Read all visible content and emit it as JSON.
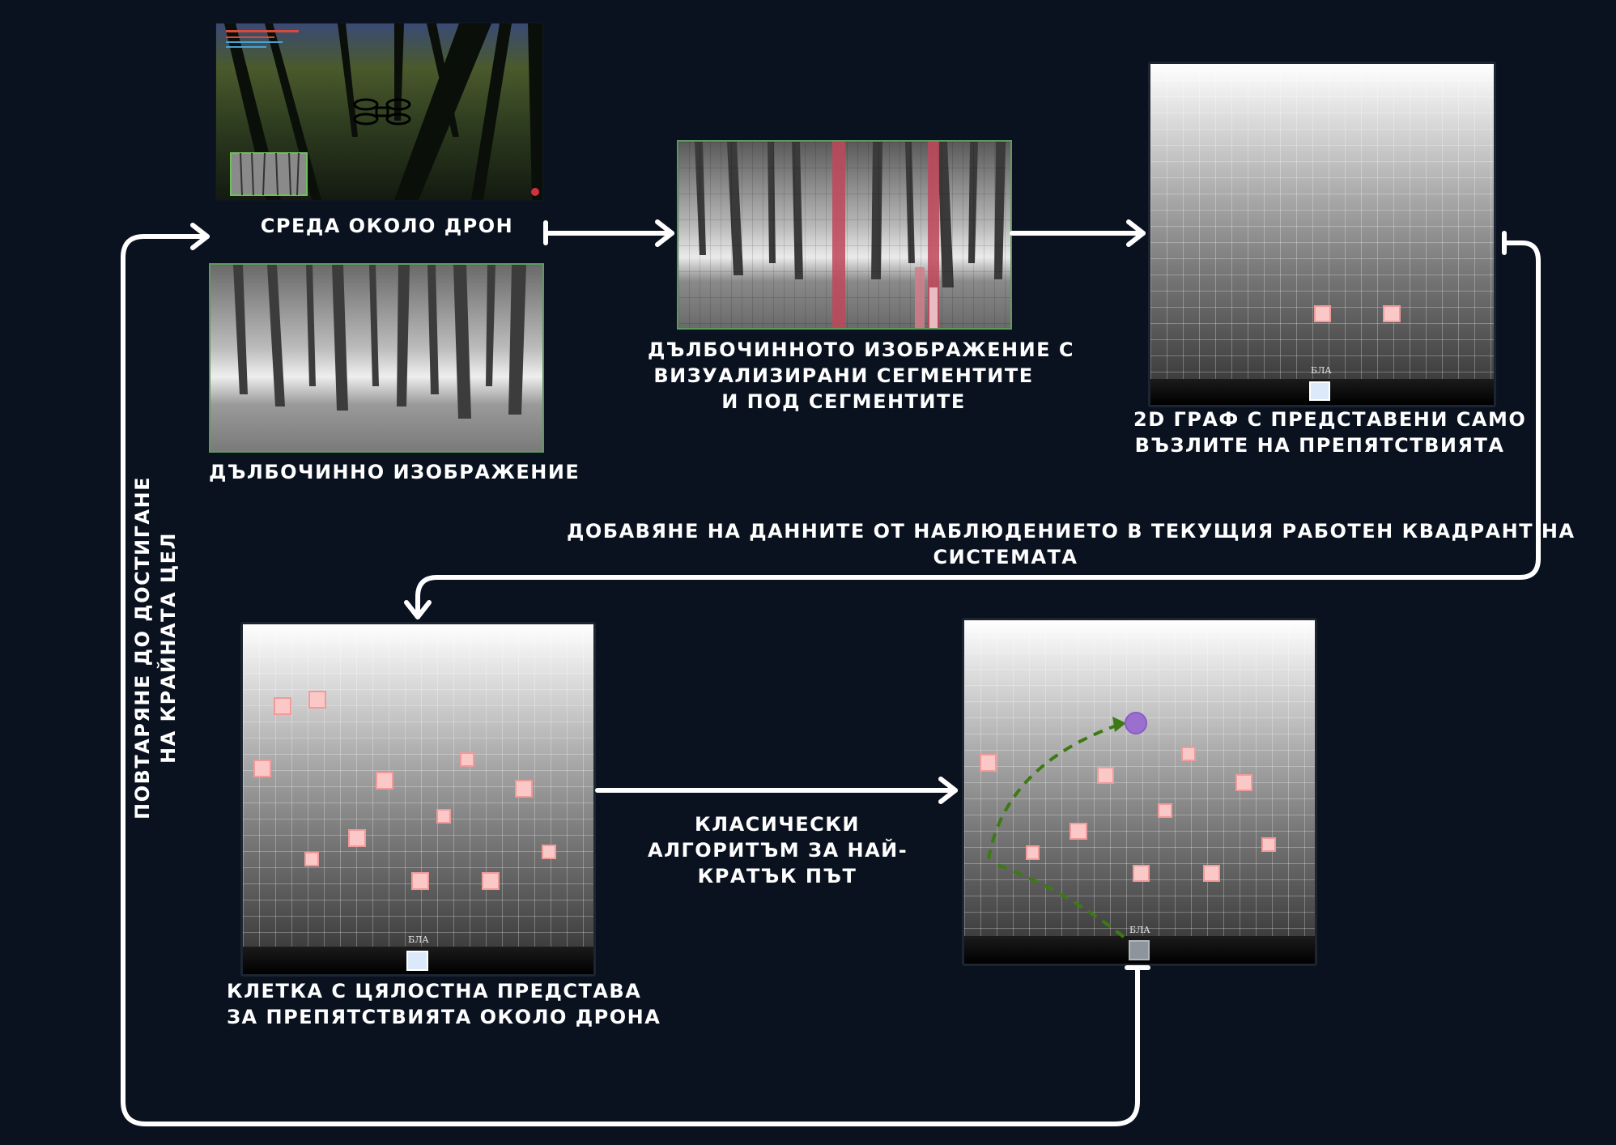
{
  "labels": {
    "env": "СРЕДА ОКОЛО ДРОН",
    "depth": "ДЪЛБОЧИННО ИЗОБРАЖЕНИЕ",
    "segments": [
      "ДЪЛБОЧИННОТО ИЗОБРАЖЕНИЕ С",
      "ВИЗУАЛИЗИРАНИ СЕГМЕНТИТЕ",
      "И ПОД СЕГМЕНТИТЕ"
    ],
    "graph2d": [
      "2D ГРАФ С ПРЕДСТАВЕНИ САМО",
      "ВЪЗЛИТЕ НА ПРЕПЯТСТВИЯТА"
    ],
    "add_data": [
      "ДОБАВЯНЕ НА ДАННИТЕ ОТ НАБЛЮДЕНИЕТО В ТЕКУЩИЯ РАБОТЕН КВАДРАНТ НА",
      "СИСТЕМАТА"
    ],
    "cell": [
      "КЛЕТКА С ЦЯЛОСТНА ПРЕДСТАВА",
      "ЗА ПРЕПЯТСТВИЯТА ОКОЛО ДРОНА"
    ],
    "algo": [
      "КЛАСИЧЕСКИ",
      "АЛГОРИТЪМ ЗА НАЙ-",
      "КРАТЪК ПЪТ"
    ],
    "repeat": [
      "ПОВТАРЯНЕ ДО ДОСТИГАНЕ",
      "НА КРАЙНАТА ЦЕЛ"
    ]
  },
  "uav_label": "БЛА",
  "colors": {
    "background": "#0a1220",
    "obstacle": "#fbc8c8",
    "uav": "#dce9fb",
    "path": "#3d7a16",
    "goal": "#9b6fd0",
    "segment": "#c0485a",
    "frame_green": "#5e9a5e"
  }
}
